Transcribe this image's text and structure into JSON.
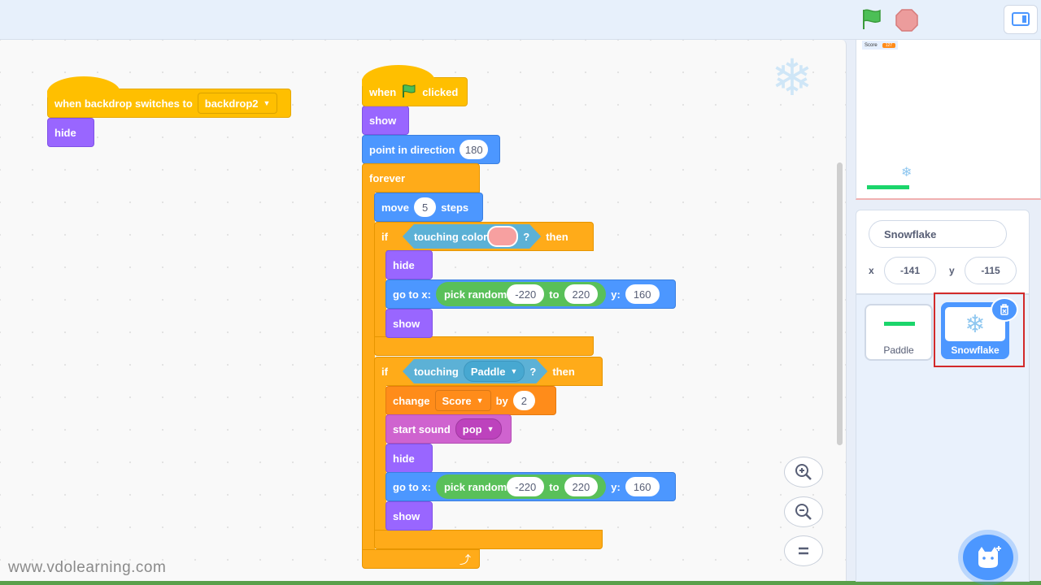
{
  "topbar": {
    "flag_icon": "green-flag-icon",
    "stop_icon": "stop-icon",
    "layout_icon": "stage-layout-icon"
  },
  "script1": {
    "hat": {
      "label": "when backdrop switches to",
      "dropdown": "backdrop2"
    },
    "hide": "hide"
  },
  "script2": {
    "hat": {
      "when": "when",
      "clicked": "clicked"
    },
    "show": "show",
    "point": {
      "label": "point in direction",
      "value": "180"
    },
    "forever": "forever",
    "move": {
      "label": "move",
      "value": "5",
      "unit": "steps"
    },
    "if1": {
      "if": "if",
      "touching": "touching color",
      "q": "?",
      "then": "then",
      "color": "#f7a0a0"
    },
    "hide1": "hide",
    "goto1": {
      "label": "go to x:",
      "pick": "pick random",
      "from": "-220",
      "to": "to",
      "to_val": "220",
      "y": "y:",
      "y_val": "160"
    },
    "show1": "show",
    "if2": {
      "if": "if",
      "touching": "touching",
      "target": "Paddle",
      "q": "?",
      "then": "then"
    },
    "change": {
      "label": "change",
      "var": "Score",
      "by": "by",
      "value": "2"
    },
    "sound": {
      "label": "start sound",
      "value": "pop"
    },
    "hide2": "hide",
    "goto2": {
      "label": "go to x:",
      "pick": "pick random",
      "from": "-220",
      "to": "to",
      "to_val": "220",
      "y": "y:",
      "y_val": "160"
    },
    "show2": "show"
  },
  "zoom": {
    "in_icon": "zoom-in-icon",
    "out_icon": "zoom-out-icon",
    "reset_icon": "zoom-reset-icon"
  },
  "watermark": "www.vdolearning.com",
  "stage": {
    "monitor_label": "Score",
    "monitor_value": "127"
  },
  "sprite_info": {
    "name": "Snowflake",
    "x_label": "x",
    "x_value": "-141",
    "y_label": "y",
    "y_value": "-115"
  },
  "sprites": [
    {
      "name": "Paddle"
    },
    {
      "name": "Snowflake"
    }
  ],
  "colors": {
    "events": "#ffbf00",
    "looks": "#9966ff",
    "motion": "#4c97ff",
    "control": "#ffab19",
    "sound": "#cf63cf",
    "variables": "#ff8c1a",
    "operators": "#59c059",
    "sensing": "#5cb1d6",
    "highlight": "#d22a2a"
  }
}
